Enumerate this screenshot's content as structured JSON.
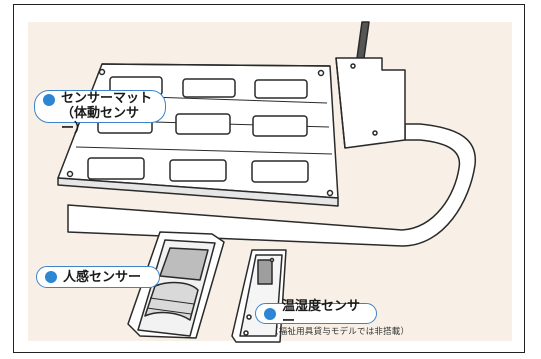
{
  "callouts": {
    "mat_line1": "センサーマット",
    "mat_line2": "（体動センサー）",
    "pir": "人感センサー",
    "temp": "温湿度センサー",
    "temp_note": "（福祉用具貸与モデルでは非搭載）"
  },
  "colors": {
    "accent": "#2c86d4",
    "border": "#3d83c8",
    "background": "#f8f0e6"
  }
}
